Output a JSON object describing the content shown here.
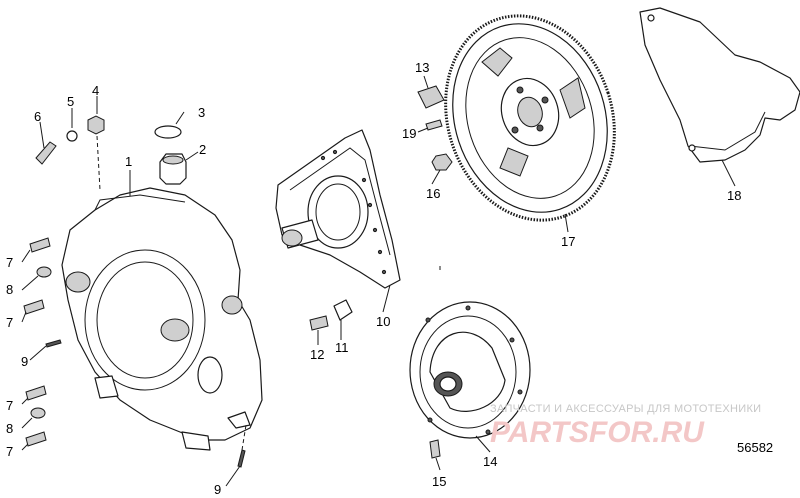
{
  "diagram": {
    "reference_number": "56582",
    "watermark": {
      "tagline": "ЗАПЧАСТИ И АКСЕССУАРЫ ДЛЯ МОТОТЕХНИКИ",
      "logo": "PARTSFOR.RU"
    },
    "callouts": [
      "1",
      "2",
      "3",
      "4",
      "5",
      "6",
      "7",
      "7",
      "7",
      "7",
      "8",
      "8",
      "9",
      "9",
      "10",
      "11",
      "12",
      "13",
      "14",
      "15",
      "16",
      "17",
      "18",
      "19"
    ]
  }
}
